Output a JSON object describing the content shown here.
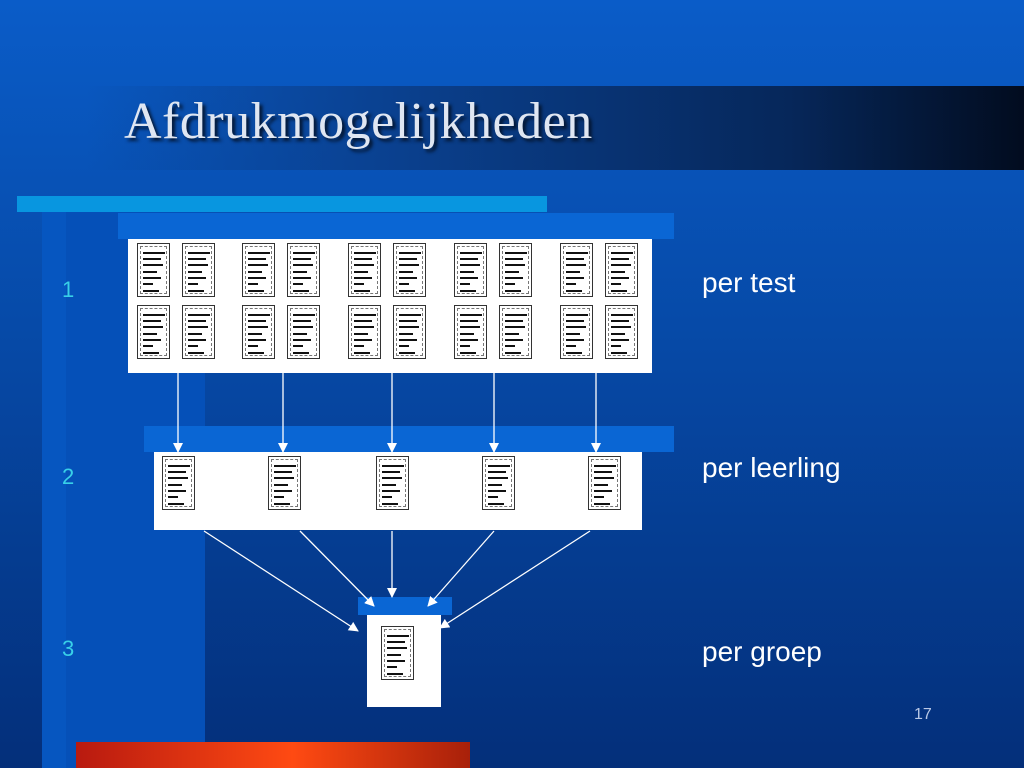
{
  "slide": {
    "title": "Afdrukmogelijkheden",
    "page_number": "17"
  },
  "rows": [
    {
      "number": "1",
      "label": "per test"
    },
    {
      "number": "2",
      "label": "per leerling"
    },
    {
      "number": "3",
      "label": "per groep"
    }
  ],
  "diagram": {
    "row1_document_count": 20,
    "row2_document_count": 5,
    "row3_document_count": 1
  },
  "colors": {
    "background": "#0649a6",
    "accent_cyan": "#0896e0",
    "row_number": "#38d0e8",
    "accent_red": "#ff4a12"
  }
}
